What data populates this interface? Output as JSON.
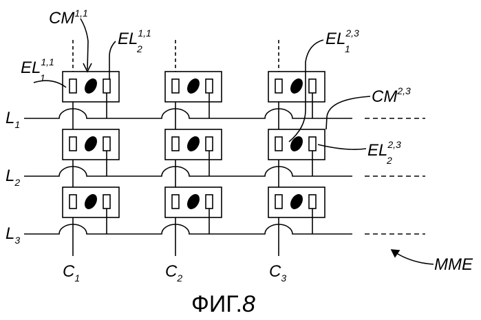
{
  "figure": {
    "caption_main": "ФИГ.",
    "caption_num": "8"
  },
  "rows": [
    {
      "letter": "L",
      "index": "1"
    },
    {
      "letter": "L",
      "index": "2"
    },
    {
      "letter": "L",
      "index": "3"
    }
  ],
  "columns": [
    {
      "letter": "C",
      "index": "1"
    },
    {
      "letter": "C",
      "index": "2"
    },
    {
      "letter": "C",
      "index": "3"
    }
  ],
  "labels": {
    "cm11": {
      "main": "CM",
      "sup": "1,1"
    },
    "el11_1": {
      "main": "EL",
      "sub": "1",
      "sup": "1,1"
    },
    "el11_2": {
      "main": "EL",
      "sub": "2",
      "sup": "1,1"
    },
    "el23_1": {
      "main": "EL",
      "sub": "1",
      "sup": "2,3"
    },
    "cm23": {
      "main": "CM",
      "sup": "2,3"
    },
    "el23_2": {
      "main": "EL",
      "sub": "2",
      "sup": "2,3"
    },
    "mme": {
      "main": "MME"
    }
  }
}
